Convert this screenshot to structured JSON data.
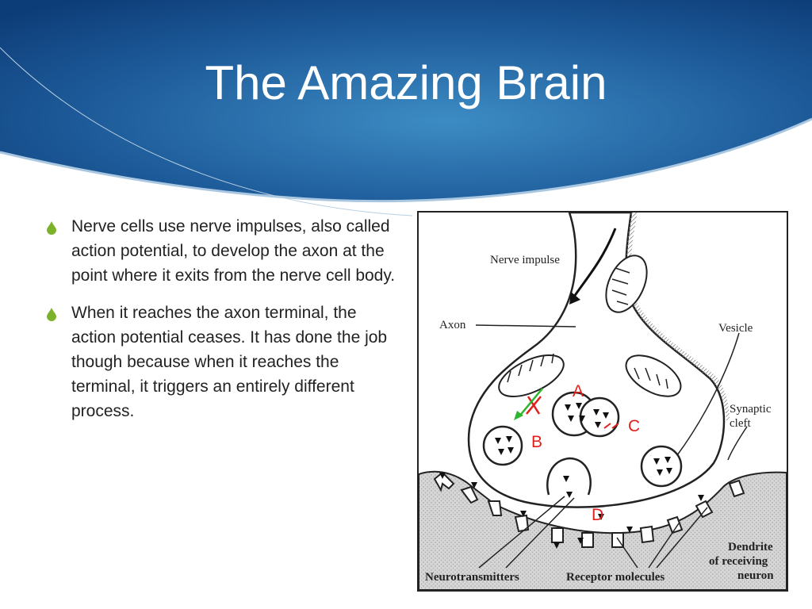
{
  "slide": {
    "title": "The Amazing Brain",
    "theme_colors": {
      "header_dark": "#0d3d78",
      "header_light": "#3d8cc4",
      "bullet": "#7cb12a",
      "annotation": "#e0201a",
      "arrow_green": "#2db52d"
    }
  },
  "bullets": [
    {
      "icon": "drop-bullet-icon",
      "text": "Nerve cells use nerve impulses, also called action potential, to develop the axon at the point where it exits from the nerve cell body."
    },
    {
      "icon": "drop-bullet-icon",
      "text": "When it reaches the axon terminal, the action potential ceases. It has done the job though because when it reaches the terminal, it triggers an entirely different process."
    }
  ],
  "diagram": {
    "labels": {
      "nerve_impulse": "Nerve impulse",
      "axon": "Axon",
      "vesicle": "Vesicle",
      "synaptic_cleft_1": "Synaptic",
      "synaptic_cleft_2": "cleft",
      "dendrite_1": "Dendrite",
      "dendrite_2": "of receiving",
      "dendrite_3": "neuron",
      "neurotransmitters": "Neurotransmitters",
      "receptor_molecules": "Receptor molecules"
    },
    "annotations": {
      "a": "A",
      "b": "B",
      "c": "C",
      "d": "D"
    }
  }
}
